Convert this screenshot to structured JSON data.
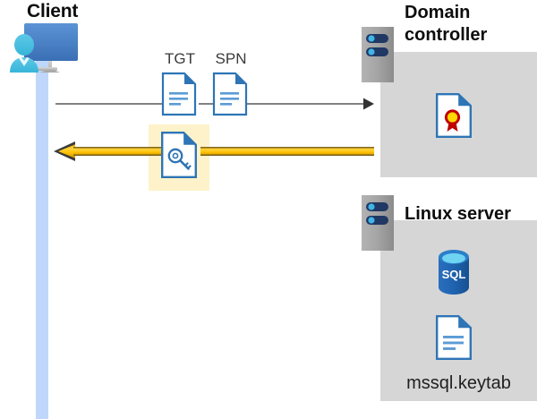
{
  "diagram": {
    "title_client": "Client",
    "title_domain_controller": "Domain\ncontroller",
    "title_domain_controller_line1": "Domain",
    "title_domain_controller_line2": "controller",
    "title_linux_server": "Linux server",
    "labels": {
      "tgt": "TGT",
      "spn": "SPN",
      "keytab_file": "mssql.keytab",
      "sql_badge": "SQL"
    },
    "icons": {
      "client": "workstation-user-icon",
      "server": "server-tower-icon",
      "tgt_doc": "document-lines-icon",
      "spn_doc": "document-lines-icon",
      "key_doc": "document-key-icon",
      "certificate": "document-certificate-icon",
      "database": "sql-database-icon",
      "keytab_doc": "document-lines-icon"
    },
    "flows": [
      {
        "name": "request",
        "direction": "right",
        "style": "thin-gray-line-with-arrow",
        "color": "#595959"
      },
      {
        "name": "response",
        "direction": "left",
        "style": "thick-yellow-arrow",
        "color": "#ffc000"
      }
    ],
    "colors": {
      "panel": "#d6d6d6",
      "lifeline": "#bed7fb",
      "highlight": "#fdf2c9",
      "arrow_yellow": "#ffc000",
      "arrow_gray": "#595959",
      "icon_blue": "#2e75b6",
      "sql_blue": "#1f63b0",
      "text": "#0d0d0d"
    }
  }
}
